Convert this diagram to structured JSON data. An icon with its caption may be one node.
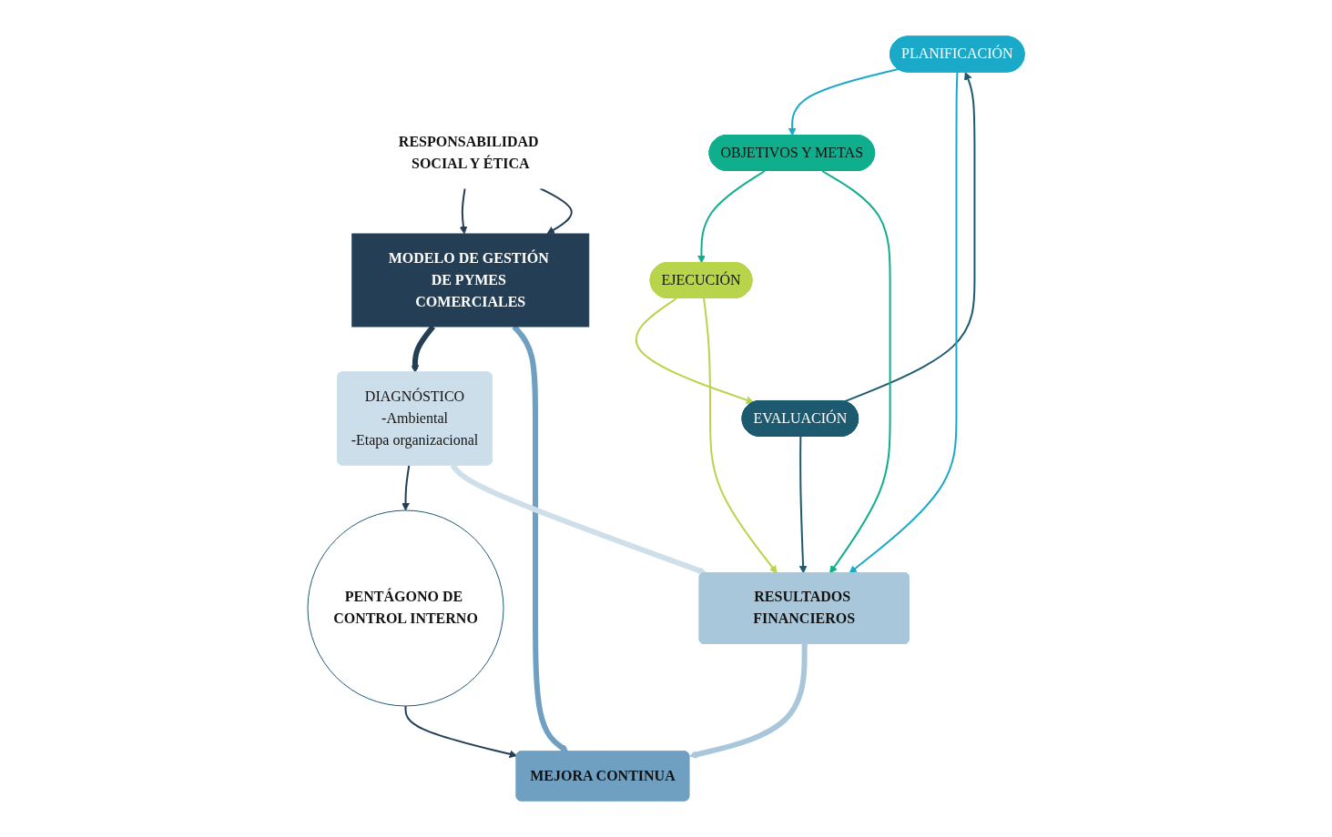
{
  "diagram": {
    "nodes": [
      {
        "text": [
          "RESPONSABILIDAD SOCIAL Y ÉTICA"
        ]
      },
      {
        "text": [
          "MODELO DE GESTIÓN DE PYMES COMERCIALES"
        ]
      },
      {
        "text": [
          "DIAGNÓSTICO",
          "-Ambiental",
          "-Etapa organizacional"
        ]
      },
      {
        "text": [
          "PLANIFICACIÓN"
        ]
      },
      {
        "text": [
          "EVALUACIÓN"
        ]
      },
      {
        "text": [
          "PENTÁGONO DE CONTROL INTERNO"
        ]
      },
      {
        "text": [
          "OBJETIVOS Y METAS"
        ]
      },
      {
        "text": [
          "EJECUCIÓN"
        ]
      },
      {
        "text": [
          "MEJORA CONTINUA"
        ]
      },
      {
        "text": [
          "RESULTADOS FINANCIEROS"
        ]
      }
    ],
    "edges": [
      {
        "from": 0,
        "to": 1,
        "arrow": "to"
      },
      {
        "from": 0,
        "to": 1,
        "arrow": "to"
      },
      {
        "from": 1,
        "to": 2,
        "arrow": "to",
        "style": "thick"
      },
      {
        "from": 1,
        "to": 8,
        "arrow": "to",
        "style": "thick",
        "color": "#6fa0c2"
      },
      {
        "from": 2,
        "to": 5,
        "arrow": "to"
      },
      {
        "from": 5,
        "to": 8,
        "arrow": "to"
      },
      {
        "from": 3,
        "to": 6,
        "arrow": "to",
        "color": "#1aa9c9"
      },
      {
        "from": 6,
        "to": 7,
        "arrow": "to",
        "color": "#0fae8c"
      },
      {
        "from": 7,
        "to": 4,
        "arrow": "to",
        "color": "#b8d44a"
      },
      {
        "from": 4,
        "to": 3,
        "arrow": "to",
        "color": "#1d5a70"
      },
      {
        "from": 3,
        "to": 9,
        "arrow": "to",
        "color": "#1aa9c9"
      },
      {
        "from": 6,
        "to": 9,
        "arrow": "to",
        "color": "#0fae8c"
      },
      {
        "from": 7,
        "to": 9,
        "arrow": "to",
        "color": "#b8d44a"
      },
      {
        "from": 4,
        "to": 9,
        "arrow": "to",
        "color": "#1d5a70"
      },
      {
        "from": 2,
        "to": 9,
        "arrow": "to",
        "style": "thick",
        "color": "#cfdfea"
      },
      {
        "from": 9,
        "to": 8,
        "arrow": "to",
        "style": "thick",
        "color": "#a9c7da"
      }
    ]
  }
}
